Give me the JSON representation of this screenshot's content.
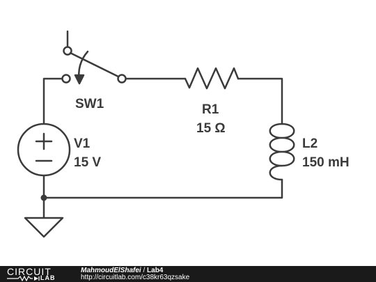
{
  "components": {
    "switch": {
      "label": "SW1"
    },
    "resistor": {
      "label": "R1",
      "value": "15 Ω"
    },
    "source": {
      "label": "V1",
      "value": "15 V"
    },
    "inductor": {
      "label": "L2",
      "value": "150 mH"
    }
  },
  "footer": {
    "logo_top": "CIRCUIT",
    "logo_bottom": "LAB",
    "author": "MahmoudElShafei",
    "separator": " / ",
    "project": "Lab4",
    "url": "http://circuitlab.com/c38kr63qzsake"
  },
  "colors": {
    "wire": "#3b3b3b",
    "footer_background": "#1a1a1a",
    "footer_text": "#ffffff"
  }
}
